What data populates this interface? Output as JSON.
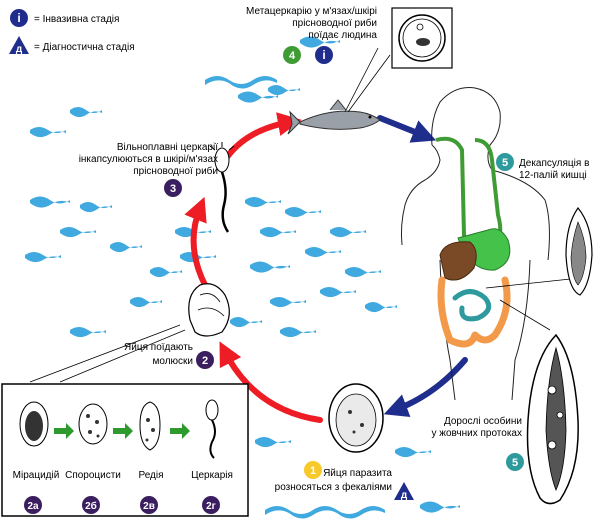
{
  "legend": {
    "infective_symbol": "i",
    "infective_label": "= Інвазивна стадія",
    "diagnostic_symbol": "д",
    "diagnostic_label": "= Діагностична стадія"
  },
  "stages": {
    "s1": {
      "number": "1",
      "line1": "Яйця паразита",
      "line2": "розносяться з фекаліями"
    },
    "s2": {
      "number": "2",
      "line1": "Яйця поїдають",
      "line2": "молюски"
    },
    "s3": {
      "number": "3",
      "line1": "Вільноплавні церкарії",
      "line2": "інкапсулюються в шкірі/м'язах",
      "line3": "прісноводної риби"
    },
    "s4": {
      "number": "4",
      "line1": "Метацеркарію у м'язах/шкірі",
      "line2": "прісноводної риби",
      "line3": "поїдає людина"
    },
    "s5a": {
      "number": "5",
      "line1": "Декапсуляція в",
      "line2": "12-палій кишці"
    },
    "s5b": {
      "number": "5",
      "line1": "Дорослі особини",
      "line2": "у жовчних протоках"
    }
  },
  "snail_stages": {
    "a": {
      "number": "2а",
      "label": "Мірацидій"
    },
    "b": {
      "number": "2б",
      "label": "Спороцисти"
    },
    "c": {
      "number": "2в",
      "label": "Редія"
    },
    "d": {
      "number": "2г",
      "label": "Церкарія"
    }
  },
  "colors": {
    "water": "#3fa9e0",
    "cycle_arrow": "#ee1c24",
    "host_arrow": "#1f2d8c",
    "stage_purple": "#3b1e5f",
    "stage_green": "#3f9c35",
    "stage_teal": "#2f9a9e",
    "stage_yellow": "#f7c92a",
    "mini_arrow": "#2e9a2e"
  }
}
